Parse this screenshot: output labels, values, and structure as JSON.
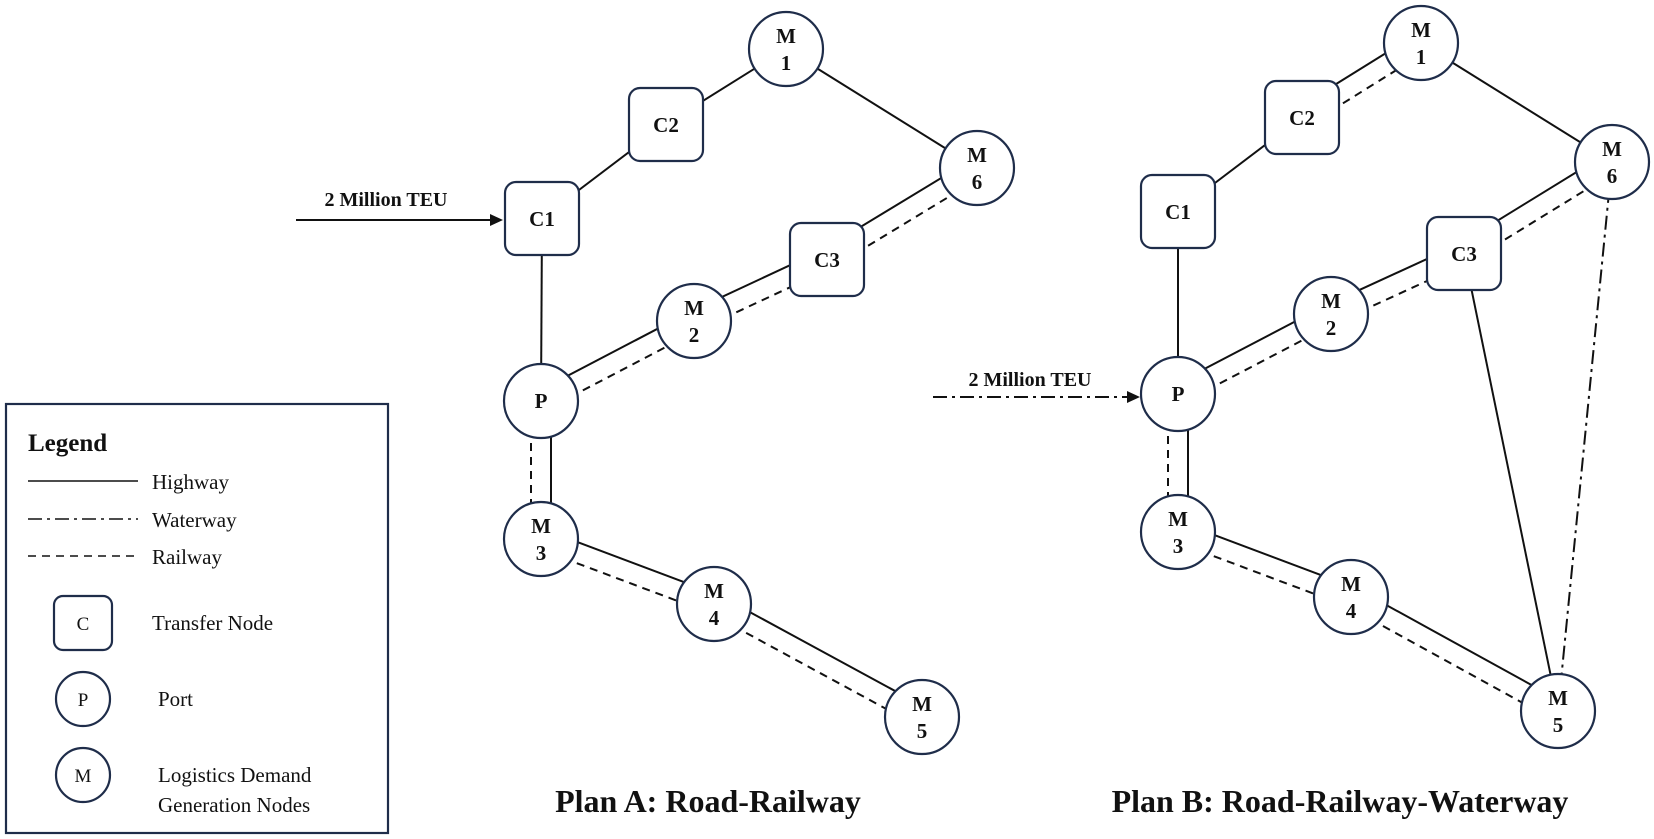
{
  "colors": {
    "node_fill": "#ffffff",
    "node_stroke": "#1f2d4a",
    "line": "#111111",
    "text": "#111111"
  },
  "legend": {
    "title": "Legend",
    "highway": "Highway",
    "waterway": "Waterway",
    "railway": "Railway",
    "transfer_symbol": "C",
    "transfer_label": "Transfer Node",
    "port_symbol": "P",
    "port_label": "Port",
    "demand_symbol": "M",
    "demand_label_line1": "Logistics Demand",
    "demand_label_line2": "Generation Nodes"
  },
  "plan_a": {
    "title": "Plan A: Road-Railway",
    "input_label": "2 Million TEU",
    "input_mode": "highway",
    "nodes": {
      "M1": {
        "line1": "M",
        "line2": "1"
      },
      "C2": {
        "label": "C2"
      },
      "M6": {
        "line1": "M",
        "line2": "6"
      },
      "C1": {
        "label": "C1"
      },
      "C3": {
        "label": "C3"
      },
      "M2": {
        "line1": "M",
        "line2": "2"
      },
      "P": {
        "label": "P"
      },
      "M3": {
        "line1": "M",
        "line2": "3"
      },
      "M4": {
        "line1": "M",
        "line2": "4"
      },
      "M5": {
        "line1": "M",
        "line2": "5"
      }
    },
    "links": [
      {
        "from": "C1",
        "to": "C2",
        "mode": "highway"
      },
      {
        "from": "C2",
        "to": "M1",
        "mode": "highway"
      },
      {
        "from": "M1",
        "to": "M6",
        "mode": "highway"
      },
      {
        "from": "C1",
        "to": "P",
        "mode": "highway"
      },
      {
        "from": "P",
        "to": "M2",
        "mode": "highway"
      },
      {
        "from": "M2",
        "to": "C3",
        "mode": "highway"
      },
      {
        "from": "C3",
        "to": "M6",
        "mode": "highway"
      },
      {
        "from": "P",
        "to": "M2",
        "mode": "railway"
      },
      {
        "from": "M2",
        "to": "C3",
        "mode": "railway"
      },
      {
        "from": "C3",
        "to": "M6",
        "mode": "railway"
      },
      {
        "from": "P",
        "to": "M3",
        "mode": "highway"
      },
      {
        "from": "P",
        "to": "M3",
        "mode": "railway"
      },
      {
        "from": "M3",
        "to": "M4",
        "mode": "highway"
      },
      {
        "from": "M4",
        "to": "M5",
        "mode": "highway"
      },
      {
        "from": "M3",
        "to": "M4",
        "mode": "railway"
      },
      {
        "from": "M4",
        "to": "M5",
        "mode": "railway"
      }
    ]
  },
  "plan_b": {
    "title": "Plan B: Road-Railway-Waterway",
    "input_label": "2 Million TEU",
    "input_mode": "waterway",
    "nodes": {
      "M1": {
        "line1": "M",
        "line2": "1"
      },
      "C2": {
        "label": "C2"
      },
      "M6": {
        "line1": "M",
        "line2": "6"
      },
      "C1": {
        "label": "C1"
      },
      "C3": {
        "label": "C3"
      },
      "M2": {
        "line1": "M",
        "line2": "2"
      },
      "P": {
        "label": "P"
      },
      "M3": {
        "line1": "M",
        "line2": "3"
      },
      "M4": {
        "line1": "M",
        "line2": "4"
      },
      "M5": {
        "line1": "M",
        "line2": "5"
      }
    },
    "links": [
      {
        "from": "C1",
        "to": "C2",
        "mode": "highway"
      },
      {
        "from": "C2",
        "to": "M1",
        "mode": "highway"
      },
      {
        "from": "C2",
        "to": "M1",
        "mode": "railway"
      },
      {
        "from": "M1",
        "to": "M6",
        "mode": "highway"
      },
      {
        "from": "C1",
        "to": "P",
        "mode": "highway"
      },
      {
        "from": "P",
        "to": "M2",
        "mode": "highway"
      },
      {
        "from": "M2",
        "to": "C3",
        "mode": "highway"
      },
      {
        "from": "C3",
        "to": "M6",
        "mode": "highway"
      },
      {
        "from": "P",
        "to": "M2",
        "mode": "railway"
      },
      {
        "from": "M2",
        "to": "C3",
        "mode": "railway"
      },
      {
        "from": "C3",
        "to": "M6",
        "mode": "railway"
      },
      {
        "from": "P",
        "to": "M3",
        "mode": "highway"
      },
      {
        "from": "P",
        "to": "M3",
        "mode": "railway"
      },
      {
        "from": "M3",
        "to": "M4",
        "mode": "highway"
      },
      {
        "from": "M4",
        "to": "M5",
        "mode": "highway"
      },
      {
        "from": "M3",
        "to": "M4",
        "mode": "railway"
      },
      {
        "from": "M4",
        "to": "M5",
        "mode": "railway"
      },
      {
        "from": "C3",
        "to": "M5",
        "mode": "highway"
      },
      {
        "from": "M6",
        "to": "M5",
        "mode": "waterway"
      }
    ]
  }
}
